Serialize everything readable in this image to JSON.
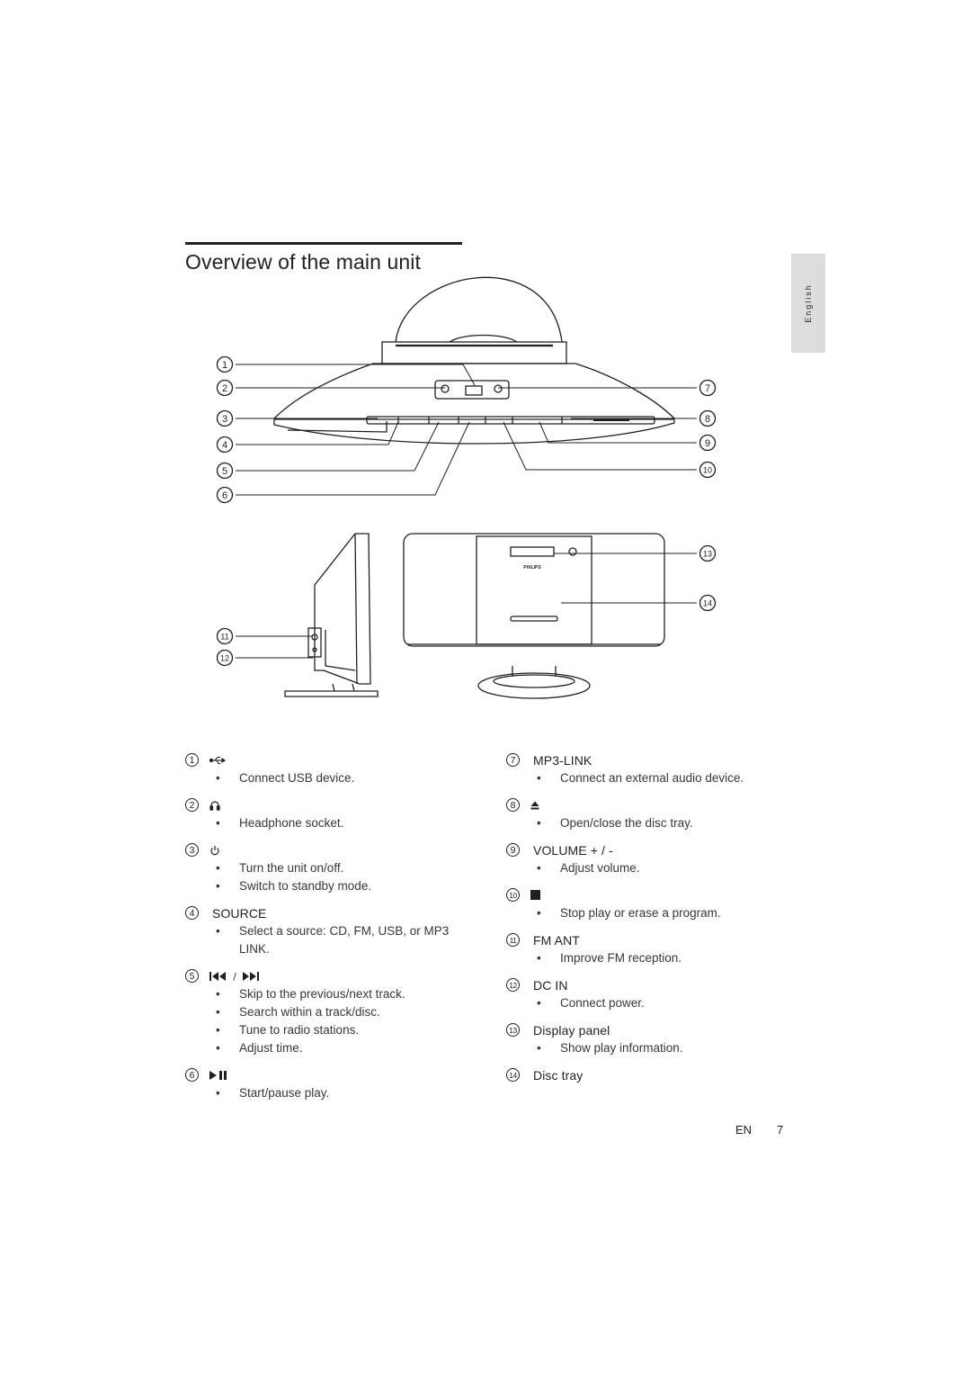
{
  "page": {
    "title": "Overview of the main unit",
    "language_tab": "English",
    "footer_lang": "EN",
    "footer_page": "7"
  },
  "figure": {
    "brand": "PHILIPS",
    "callouts": [
      "1",
      "2",
      "3",
      "4",
      "5",
      "6",
      "7",
      "8",
      "9",
      "10",
      "11",
      "12",
      "13",
      "14"
    ]
  },
  "items_left": [
    {
      "num": "1",
      "label": "",
      "icon": "usb-icon",
      "bullets": [
        "Connect USB device."
      ]
    },
    {
      "num": "2",
      "label": "",
      "icon": "headphone-icon",
      "bullets": [
        "Headphone socket."
      ]
    },
    {
      "num": "3",
      "label": "",
      "icon": "power-icon",
      "bullets": [
        "Turn the unit on/off.",
        "Switch to standby mode."
      ]
    },
    {
      "num": "4",
      "label": "SOURCE",
      "icon": "",
      "bullets": [
        "Select a source: CD, FM, USB, or MP3 LINK."
      ]
    },
    {
      "num": "5",
      "label": "",
      "icon": "prev-next-icon",
      "bullets": [
        "Skip to the previous/next track.",
        "Search within a track/disc.",
        "Tune to radio stations.",
        "Adjust time."
      ]
    },
    {
      "num": "6",
      "label": "",
      "icon": "play-pause-icon",
      "bullets": [
        "Start/pause play."
      ]
    }
  ],
  "items_right": [
    {
      "num": "7",
      "label": "MP3-LINK",
      "icon": "",
      "bullets": [
        "Connect an external audio device."
      ]
    },
    {
      "num": "8",
      "label": "",
      "icon": "eject-icon",
      "bullets": [
        "Open/close the disc tray."
      ]
    },
    {
      "num": "9",
      "label": "VOLUME + / -",
      "icon": "",
      "bullets": [
        "Adjust volume."
      ]
    },
    {
      "num": "10",
      "label": "",
      "icon": "stop-icon",
      "bullets": [
        "Stop play or erase a program."
      ]
    },
    {
      "num": "11",
      "label": "FM ANT",
      "icon": "",
      "bullets": [
        "Improve FM reception."
      ]
    },
    {
      "num": "12",
      "label": "DC IN",
      "icon": "",
      "bullets": [
        "Connect power."
      ]
    },
    {
      "num": "13",
      "label": "Display panel",
      "icon": "",
      "bullets": [
        "Show play information."
      ]
    },
    {
      "num": "14",
      "label": "Disc tray",
      "icon": "",
      "bullets": []
    }
  ],
  "symbols": {
    "separator": "/"
  }
}
